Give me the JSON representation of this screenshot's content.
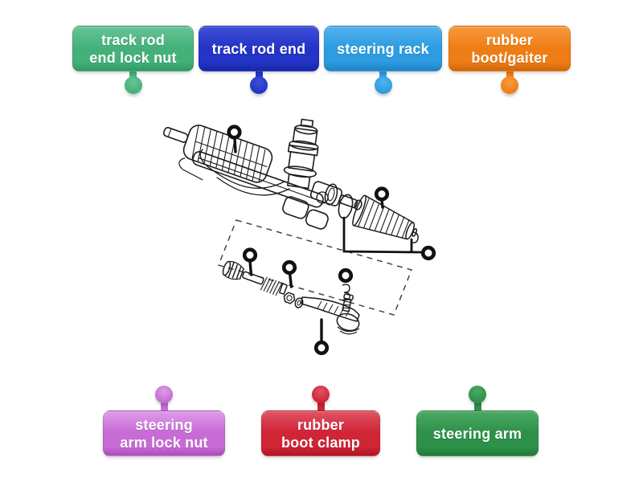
{
  "page": {
    "background": "#ffffff",
    "activity_type": "labelled-diagram"
  },
  "labels": [
    {
      "id": "track-rod-end-lock-nut",
      "row": "top",
      "text": "track rod end lock nut",
      "lines": [
        "track rod",
        "end lock nut"
      ],
      "color": "#45b17a",
      "color_light": "#66c496",
      "color_dark": "#2f9a63"
    },
    {
      "id": "track-rod-end",
      "row": "top",
      "text": "track rod end",
      "lines": [
        "track rod end",
        ""
      ],
      "color": "#2334c7",
      "color_light": "#3e4fd8",
      "color_dark": "#1726a4"
    },
    {
      "id": "steering-rack",
      "row": "top",
      "text": "steering rack",
      "lines": [
        "steering rack",
        ""
      ],
      "color": "#2d9ce1",
      "color_light": "#53b2ec",
      "color_dark": "#1e82c4"
    },
    {
      "id": "rubber-boot-gaiter",
      "row": "top",
      "text": "rubber boot/gaiter",
      "lines": [
        "rubber",
        "boot/gaiter"
      ],
      "color": "#ef7d15",
      "color_light": "#f79a3e",
      "color_dark": "#d2660a"
    },
    {
      "id": "steering-arm-lock-nut",
      "row": "bottom",
      "text": "steering arm lock nut",
      "lines": [
        "steering",
        "arm lock nut"
      ],
      "color": "#c76bd5",
      "color_light": "#dd9be8",
      "color_dark": "#ad4cbd"
    },
    {
      "id": "rubber-boot-clamp",
      "row": "bottom",
      "text": "rubber boot clamp",
      "lines": [
        "rubber",
        "boot clamp"
      ],
      "color": "#d02535",
      "color_light": "#de5364",
      "color_dark": "#b01525"
    },
    {
      "id": "steering-arm",
      "row": "bottom",
      "text": "steering arm",
      "lines": [
        "steering arm",
        ""
      ],
      "color": "#2e9149",
      "color_light": "#4aa963",
      "color_dark": "#1f7a38"
    }
  ],
  "diagram": {
    "description": "exploded line drawing of a steering rack assembly",
    "pin_color": "#111111",
    "pins": [
      {
        "id": "pin-steering-rack"
      },
      {
        "id": "pin-rubber-boot"
      },
      {
        "id": "pin-boot-clamps"
      },
      {
        "id": "pin-inner-track-rod"
      },
      {
        "id": "pin-lock-nut"
      },
      {
        "id": "pin-small-clamp"
      },
      {
        "id": "pin-track-rod-end"
      }
    ]
  }
}
